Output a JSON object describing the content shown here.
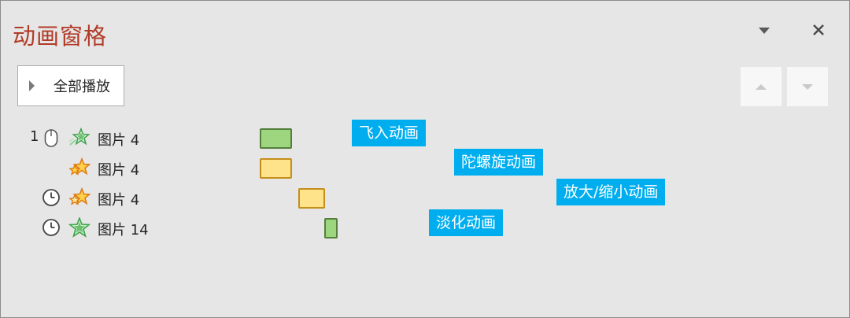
{
  "pane": {
    "title": "动画窗格",
    "dropdown_icon": "chevron-down-icon",
    "close_icon": "close-icon"
  },
  "toolbar": {
    "play_all_label": "全部播放",
    "move_up_icon": "up-arrow-icon",
    "move_down_icon": "down-arrow-icon"
  },
  "animations": [
    {
      "index": "1",
      "trigger": "mouse-click-icon",
      "effect": "fly-in-entrance-icon",
      "name": "图片 4",
      "bar_color": "green"
    },
    {
      "index": "",
      "trigger": "",
      "effect": "spin-emphasis-icon",
      "name": "图片 4",
      "bar_color": "yellow"
    },
    {
      "index": "",
      "trigger": "clock-icon",
      "effect": "grow-shrink-emphasis-icon",
      "name": "图片 4",
      "bar_color": "yellow"
    },
    {
      "index": "",
      "trigger": "clock-icon",
      "effect": "fade-entrance-icon",
      "name": "图片 14",
      "bar_color": "green"
    }
  ],
  "callouts": [
    "飞入动画",
    "陀螺旋动画",
    "放大/缩小动画",
    "淡化动画"
  ],
  "colors": {
    "title": "#b13a27",
    "callout_bg": "#00aeef",
    "entrance_green": "#9ed680",
    "emphasis_yellow": "#ffe38a"
  }
}
